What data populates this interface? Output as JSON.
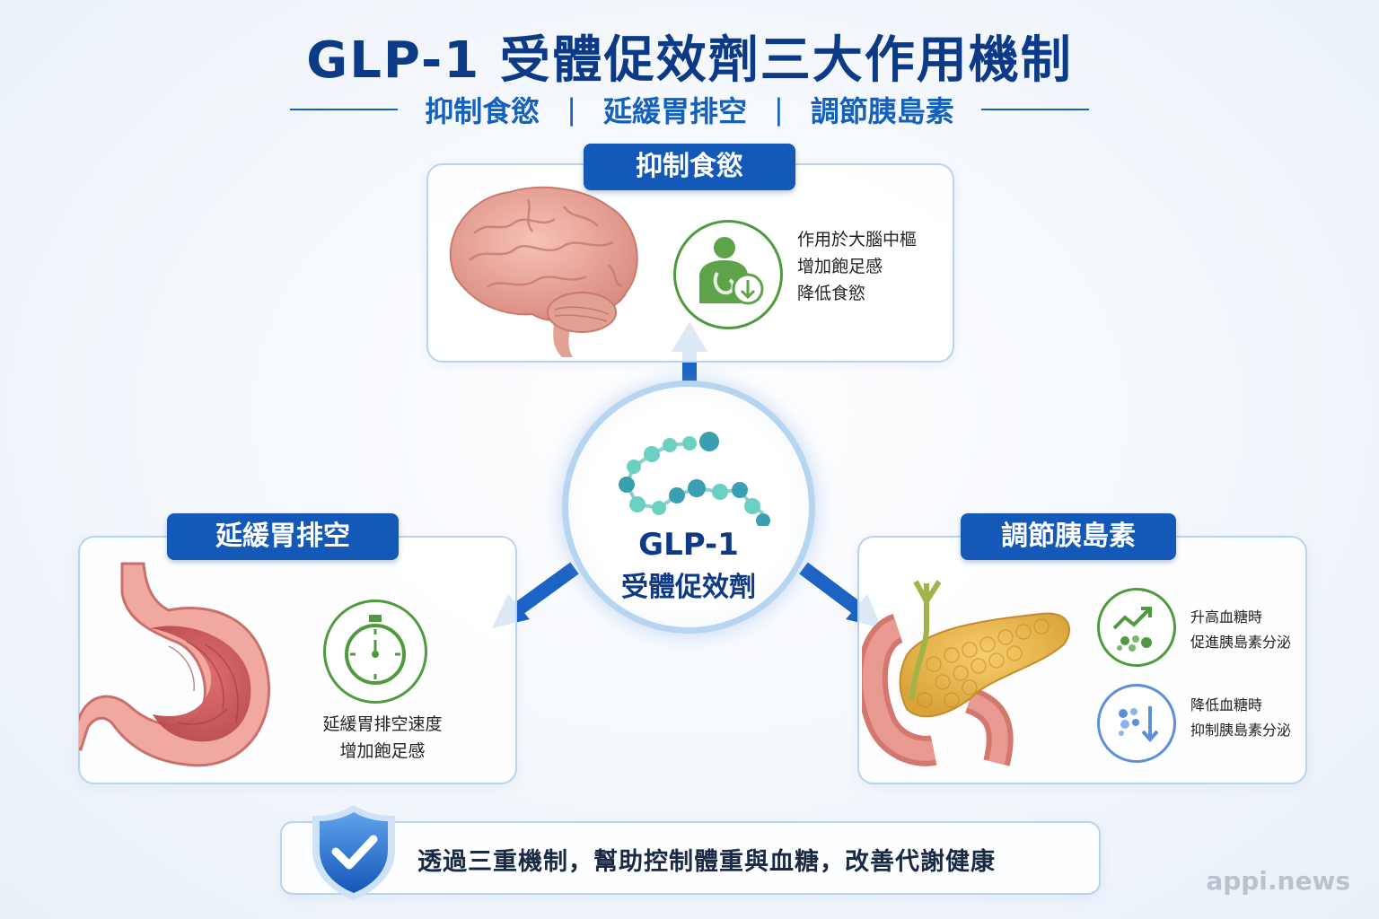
{
  "title": "GLP-1 受體促效劑三大作用機制",
  "subtitle": {
    "items": [
      "抑制食慾",
      "延緩胃排空",
      "調節胰島素"
    ],
    "separator": "|"
  },
  "center": {
    "line1": "GLP-1",
    "line2": "受體促效劑"
  },
  "panels": {
    "appetite": {
      "label": "抑制食慾",
      "lines": [
        "作用於大腦中樞",
        "增加飽足感",
        "降低食慾"
      ]
    },
    "stomach": {
      "label": "延緩胃排空",
      "lines": [
        "延緩胃排空速度",
        "增加飽足感"
      ]
    },
    "insulin": {
      "label": "調節胰島素",
      "high_lines": [
        "升高血糖時",
        "促進胰島素分泌"
      ],
      "low_lines": [
        "降低血糖時",
        "抑制胰島素分泌"
      ]
    }
  },
  "footer": {
    "text": "透過三重機制，幫助控制體重與血糖，改善代謝健康"
  },
  "watermark": "appi.news",
  "colors": {
    "navy": "#0d3a86",
    "blue": "#1458b8",
    "green": "#4e9a3e",
    "light_blue_border": "#b8d3ee"
  },
  "icons": [
    "brain-illustration",
    "person-appetite-down-icon",
    "stopwatch-icon",
    "stomach-illustration",
    "pancreas-illustration",
    "glucose-up-icon",
    "glucose-down-icon",
    "shield-check-icon",
    "molecule-chain-icon"
  ]
}
